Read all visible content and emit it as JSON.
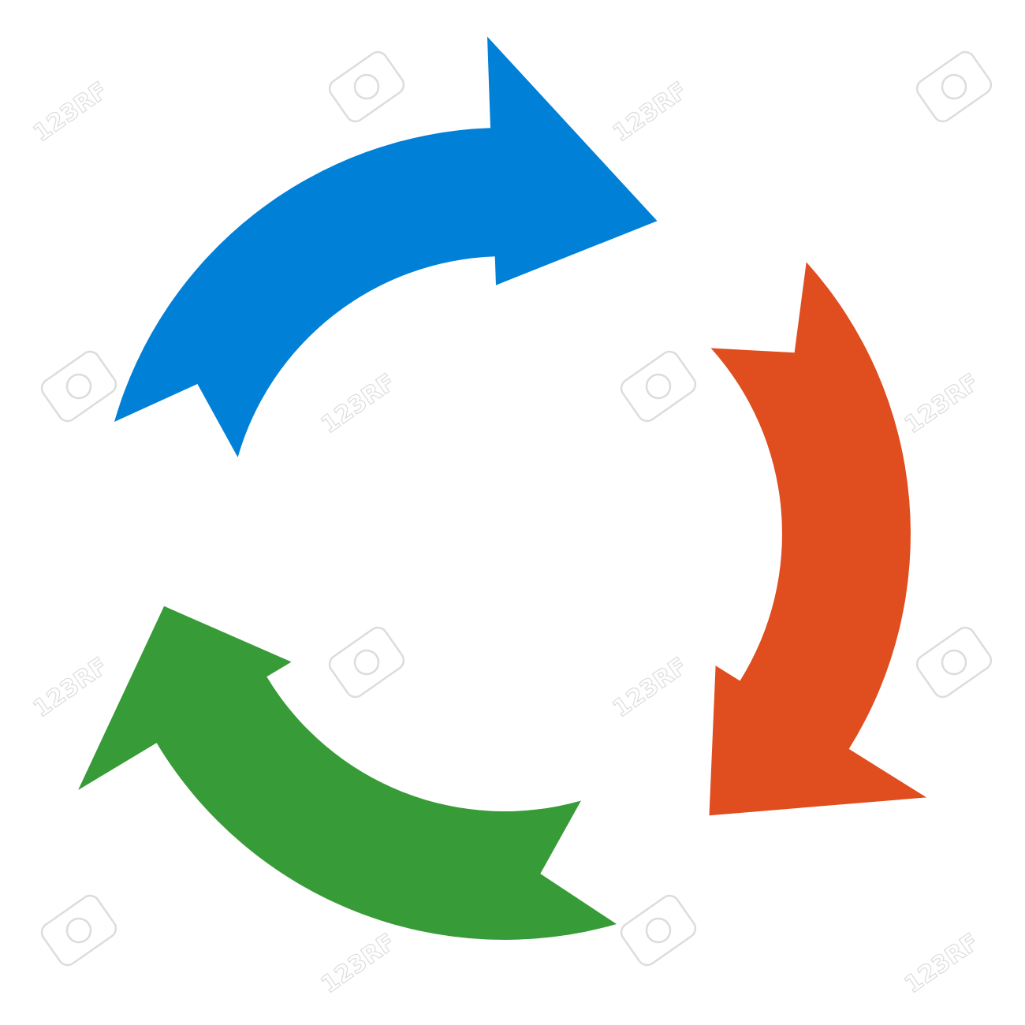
{
  "diagram": {
    "type": "cycle-arrows",
    "direction": "clockwise",
    "arrows": [
      {
        "name": "blue-arrow",
        "color": "#0080d6"
      },
      {
        "name": "orange-arrow",
        "color": "#e04d1e"
      },
      {
        "name": "green-arrow",
        "color": "#379b37"
      }
    ]
  },
  "background": "#ffffff",
  "watermark": {
    "text": "123RF",
    "color": "#dcdcdc"
  }
}
